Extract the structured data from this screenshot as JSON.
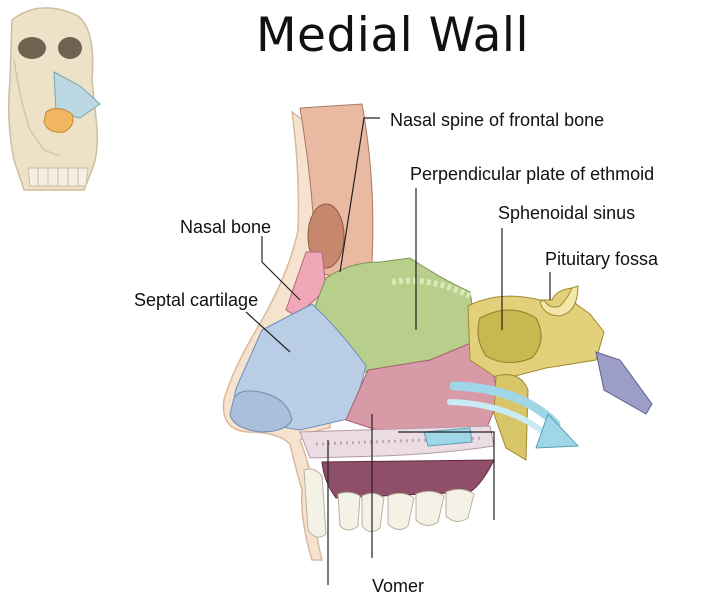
{
  "title": "Medial Wall",
  "labels": {
    "nasal_spine": "Nasal spine of frontal bone",
    "perpendicular_plate": "Perpendicular plate of ethmoid",
    "sphenoidal_sinus": "Sphenoidal sinus",
    "nasal_bone": "Nasal bone",
    "pituitary_fossa": "Pituitary fossa",
    "septal_cartilage": "Septal cartilage",
    "vomer": "Vomer"
  },
  "colors": {
    "frontal_bone": "#e9b9a2",
    "nasal_bone": "#f0a8b8",
    "ethmoid_plate": "#b7cf8a",
    "septal_cartilage": "#b9cde6",
    "vomer": "#d99aa8",
    "sphenoid": "#e3d07a",
    "sinus_cavity": "#c9b74f",
    "palate": "#ecdde4",
    "skin": "#f6e3cf",
    "teeth": "#f4f1e6",
    "gum": "#8f4f6a",
    "arrow": "#9fd6e8"
  },
  "icons": [
    "skull-thumbnail-icon",
    "airflow-arrow-icon"
  ]
}
